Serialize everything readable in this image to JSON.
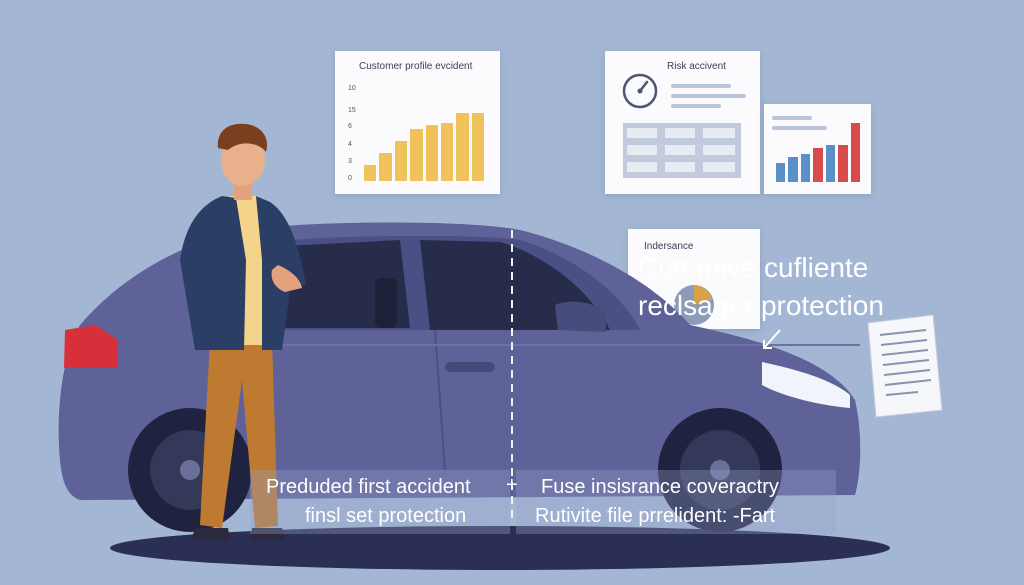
{
  "cards": {
    "customer_profile": {
      "title": "Customer profile evcident",
      "ticks": [
        "10",
        "15",
        "6",
        "4",
        "3",
        "0"
      ],
      "bar_levels": [
        0.2,
        0.35,
        0.5,
        0.65,
        0.7,
        0.72,
        0.85,
        0.85
      ],
      "bar_color": "#f2c25a"
    },
    "risk": {
      "title": "Risk accivent",
      "icon": "gauge-icon"
    },
    "side_chart": {
      "bar_levels": [
        0.3,
        0.4,
        0.45,
        0.55,
        0.6,
        0.6,
        0.95
      ],
      "bar_colors": [
        "#5a8fc7",
        "#5a8fc7",
        "#5a8fc7",
        "#d84b4b",
        "#5a8fc7",
        "#d84b4b",
        "#d84b4b"
      ]
    },
    "insurance": {
      "title": "Indersance"
    }
  },
  "overlay": {
    "line1": "Cutt mive cufliente",
    "line2": "reclsager protection"
  },
  "captions": {
    "left_line1": "Preduded first accident",
    "left_line2": "finsl set protection",
    "divider_mark": "+",
    "right_line1": "Fuse insisrance coveractry",
    "right_line2": "Rutivite file prrelident: -Fart"
  },
  "colors": {
    "background": "#a3b7d4",
    "car_body": "#5e6298",
    "jacket": "#2b3f66",
    "shirt": "#f4d48a",
    "trousers": "#bd7a30"
  }
}
